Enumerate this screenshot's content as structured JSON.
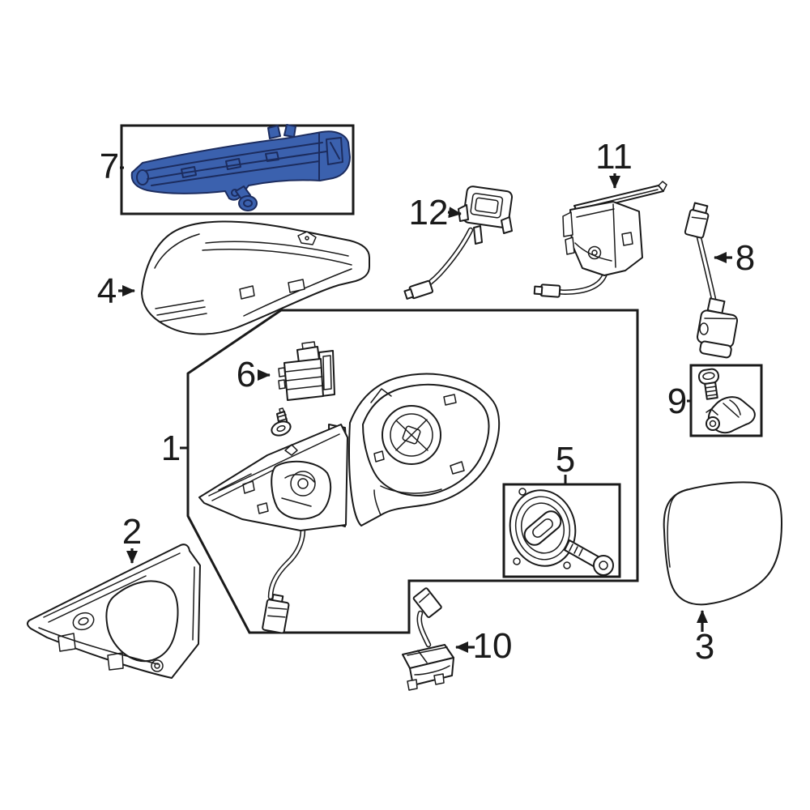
{
  "colors": {
    "background": "#ffffff",
    "line": "#1a1a1a",
    "highlight_fill": "#3b61ae",
    "highlight_stroke": "#1c2c5e"
  },
  "callouts": {
    "n1": {
      "label": "1"
    },
    "n2": {
      "label": "2"
    },
    "n3": {
      "label": "3"
    },
    "n4": {
      "label": "4"
    },
    "n5": {
      "label": "5"
    },
    "n6": {
      "label": "6"
    },
    "n7": {
      "label": "7"
    },
    "n8": {
      "label": "8"
    },
    "n9": {
      "label": "9"
    },
    "n10": {
      "label": "10"
    },
    "n11": {
      "label": "11"
    },
    "n12": {
      "label": "12"
    }
  }
}
